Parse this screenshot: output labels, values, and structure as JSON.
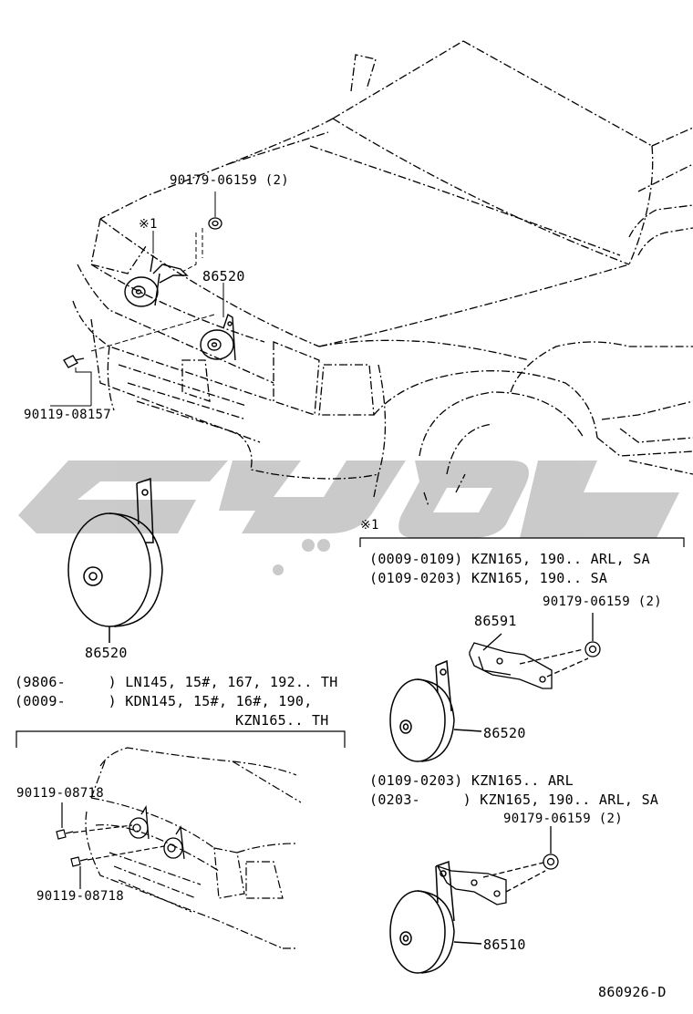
{
  "labels": {
    "nut_top": "90179-06159 (2)",
    "note_ref_top": "※1",
    "horn_top": "86520",
    "bolt_left": "90119-08157",
    "horn_big": "86520",
    "note_ref_right": "※1",
    "note1_line1": "(0009-0109) KZN165, 190.. ARL, SA",
    "note1_line2": "(0109-0203) KZN165, 190.. SA",
    "nut_r1": "90179-06159 (2)",
    "bracket_r1": "86591",
    "horn_r1": "86520",
    "note2_line1": "(0109-0203) KZN165.. ARL",
    "note2_line2": "(0203-     ) KZN165, 190.. ARL, SA",
    "nut_r2": "90179-06159 (2)",
    "horn_r2": "86510",
    "left_note_line1": "(9806-     ) LN145, 15#, 167, 192.. TH",
    "left_note_line2": "(0009-     ) KDN145, 15#, 16#, 190,",
    "left_note_line3": "KZN165.. TH",
    "bolt_b1": "90119-08718",
    "bolt_b2": "90119-08718",
    "diagram_code": "860926-D"
  },
  "watermark_color": "#c8c8c8",
  "line_color": "#000000"
}
